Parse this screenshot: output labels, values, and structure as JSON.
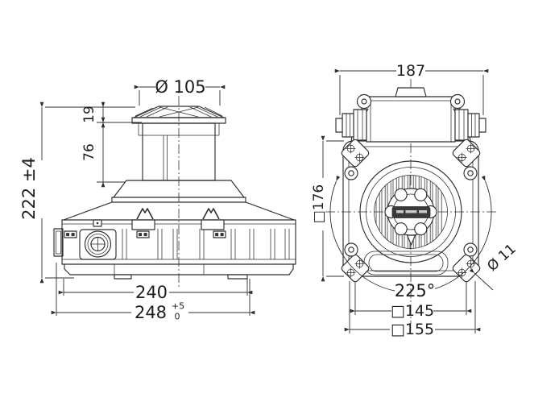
{
  "drawing": {
    "background": "#ffffff",
    "line_color": "#2e2e2e",
    "text_color": "#1d1d1d",
    "side_view": {
      "drum_diameter": "Ø 105",
      "cap_height": "19",
      "drum_height": "76",
      "overall_height": "222 ±4",
      "base_width": "240",
      "overall_width": "248",
      "overall_width_tol_upper": "+5",
      "overall_width_tol_lower": "0"
    },
    "front_view": {
      "overall_top_width": "187",
      "flange_height": "□176",
      "guide_arc_angle": "225°",
      "bolt_pattern_square": "□145",
      "base_plate_square": "□155",
      "bolt_hole_diameter": "Ø 11"
    }
  }
}
